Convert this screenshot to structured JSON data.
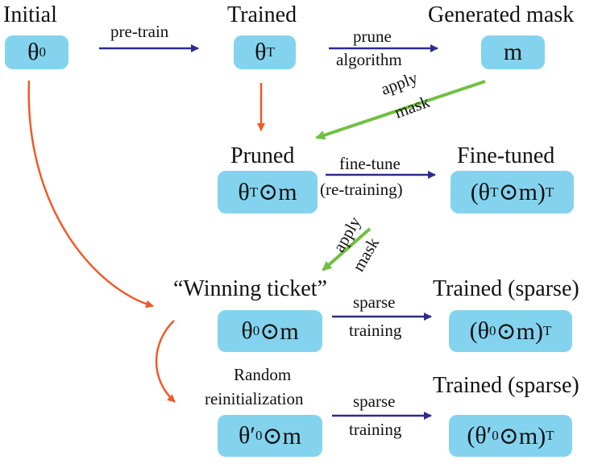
{
  "labels": {
    "initial": "Initial",
    "trained": "Trained",
    "generated_mask": "Generated mask",
    "pruned": "Pruned",
    "fine_tuned": "Fine-tuned",
    "winning_ticket": "“Winning ticket”",
    "trained_sparse_1": "Trained (sparse)",
    "random_reinit_line1": "Random",
    "random_reinit_line2": "reinitialization",
    "trained_sparse_2": "Trained (sparse)"
  },
  "boxes": {
    "theta0": "θ0",
    "thetaT": "θT",
    "mask": "m",
    "pruned": "θT⊙m",
    "fine_tuned": "(θT⊙m)T",
    "winning": "θ0⊙m",
    "winning_trained": "(θ0⊙m)T",
    "reinit": "θ′0⊙m",
    "reinit_trained": "(θ′0⊙m)T"
  },
  "edge_labels": {
    "pretrain": "pre-train",
    "prune_1": "prune",
    "prune_2": "algorithm",
    "apply_mask_1a": "apply",
    "apply_mask_1b": "mask",
    "finetune_1": "fine-tune",
    "finetune_2": "(re-training)",
    "apply_mask_2a": "apply",
    "apply_mask_2b": "mask",
    "sparse_1a": "sparse",
    "sparse_1b": "training",
    "sparse_2a": "sparse",
    "sparse_2b": "training"
  },
  "colors": {
    "box_fill": "#84d3ee",
    "arrow_blue": "#2b2d8c",
    "arrow_orange": "#f05a28",
    "arrow_green": "#72bf44"
  }
}
